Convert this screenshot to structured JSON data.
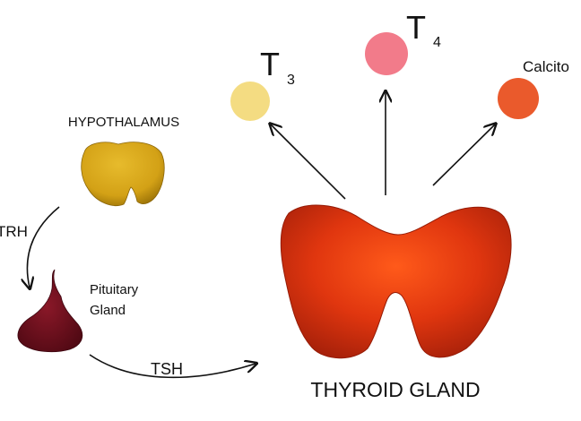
{
  "labels": {
    "hypothalamus": "HYPOTHALAMUS",
    "trh": "TRH",
    "pituitary_line1": "Pituitary",
    "pituitary_line2": "Gland",
    "tsh": "TSH",
    "thyroid": "THYROID GLAND",
    "t3_letter": "T",
    "t3_sub": "3",
    "t4_letter": "T",
    "t4_sub": "4",
    "calcitonin": "Calcito"
  },
  "colors": {
    "hypothalamus": "#d8a91c",
    "pituitary": "#6e0f1c",
    "thyroid": "#d63a12",
    "t3": "#f4dc82",
    "t4": "#f27b8a",
    "calcitonin": "#ea5a2c",
    "arrow": "#111111"
  }
}
